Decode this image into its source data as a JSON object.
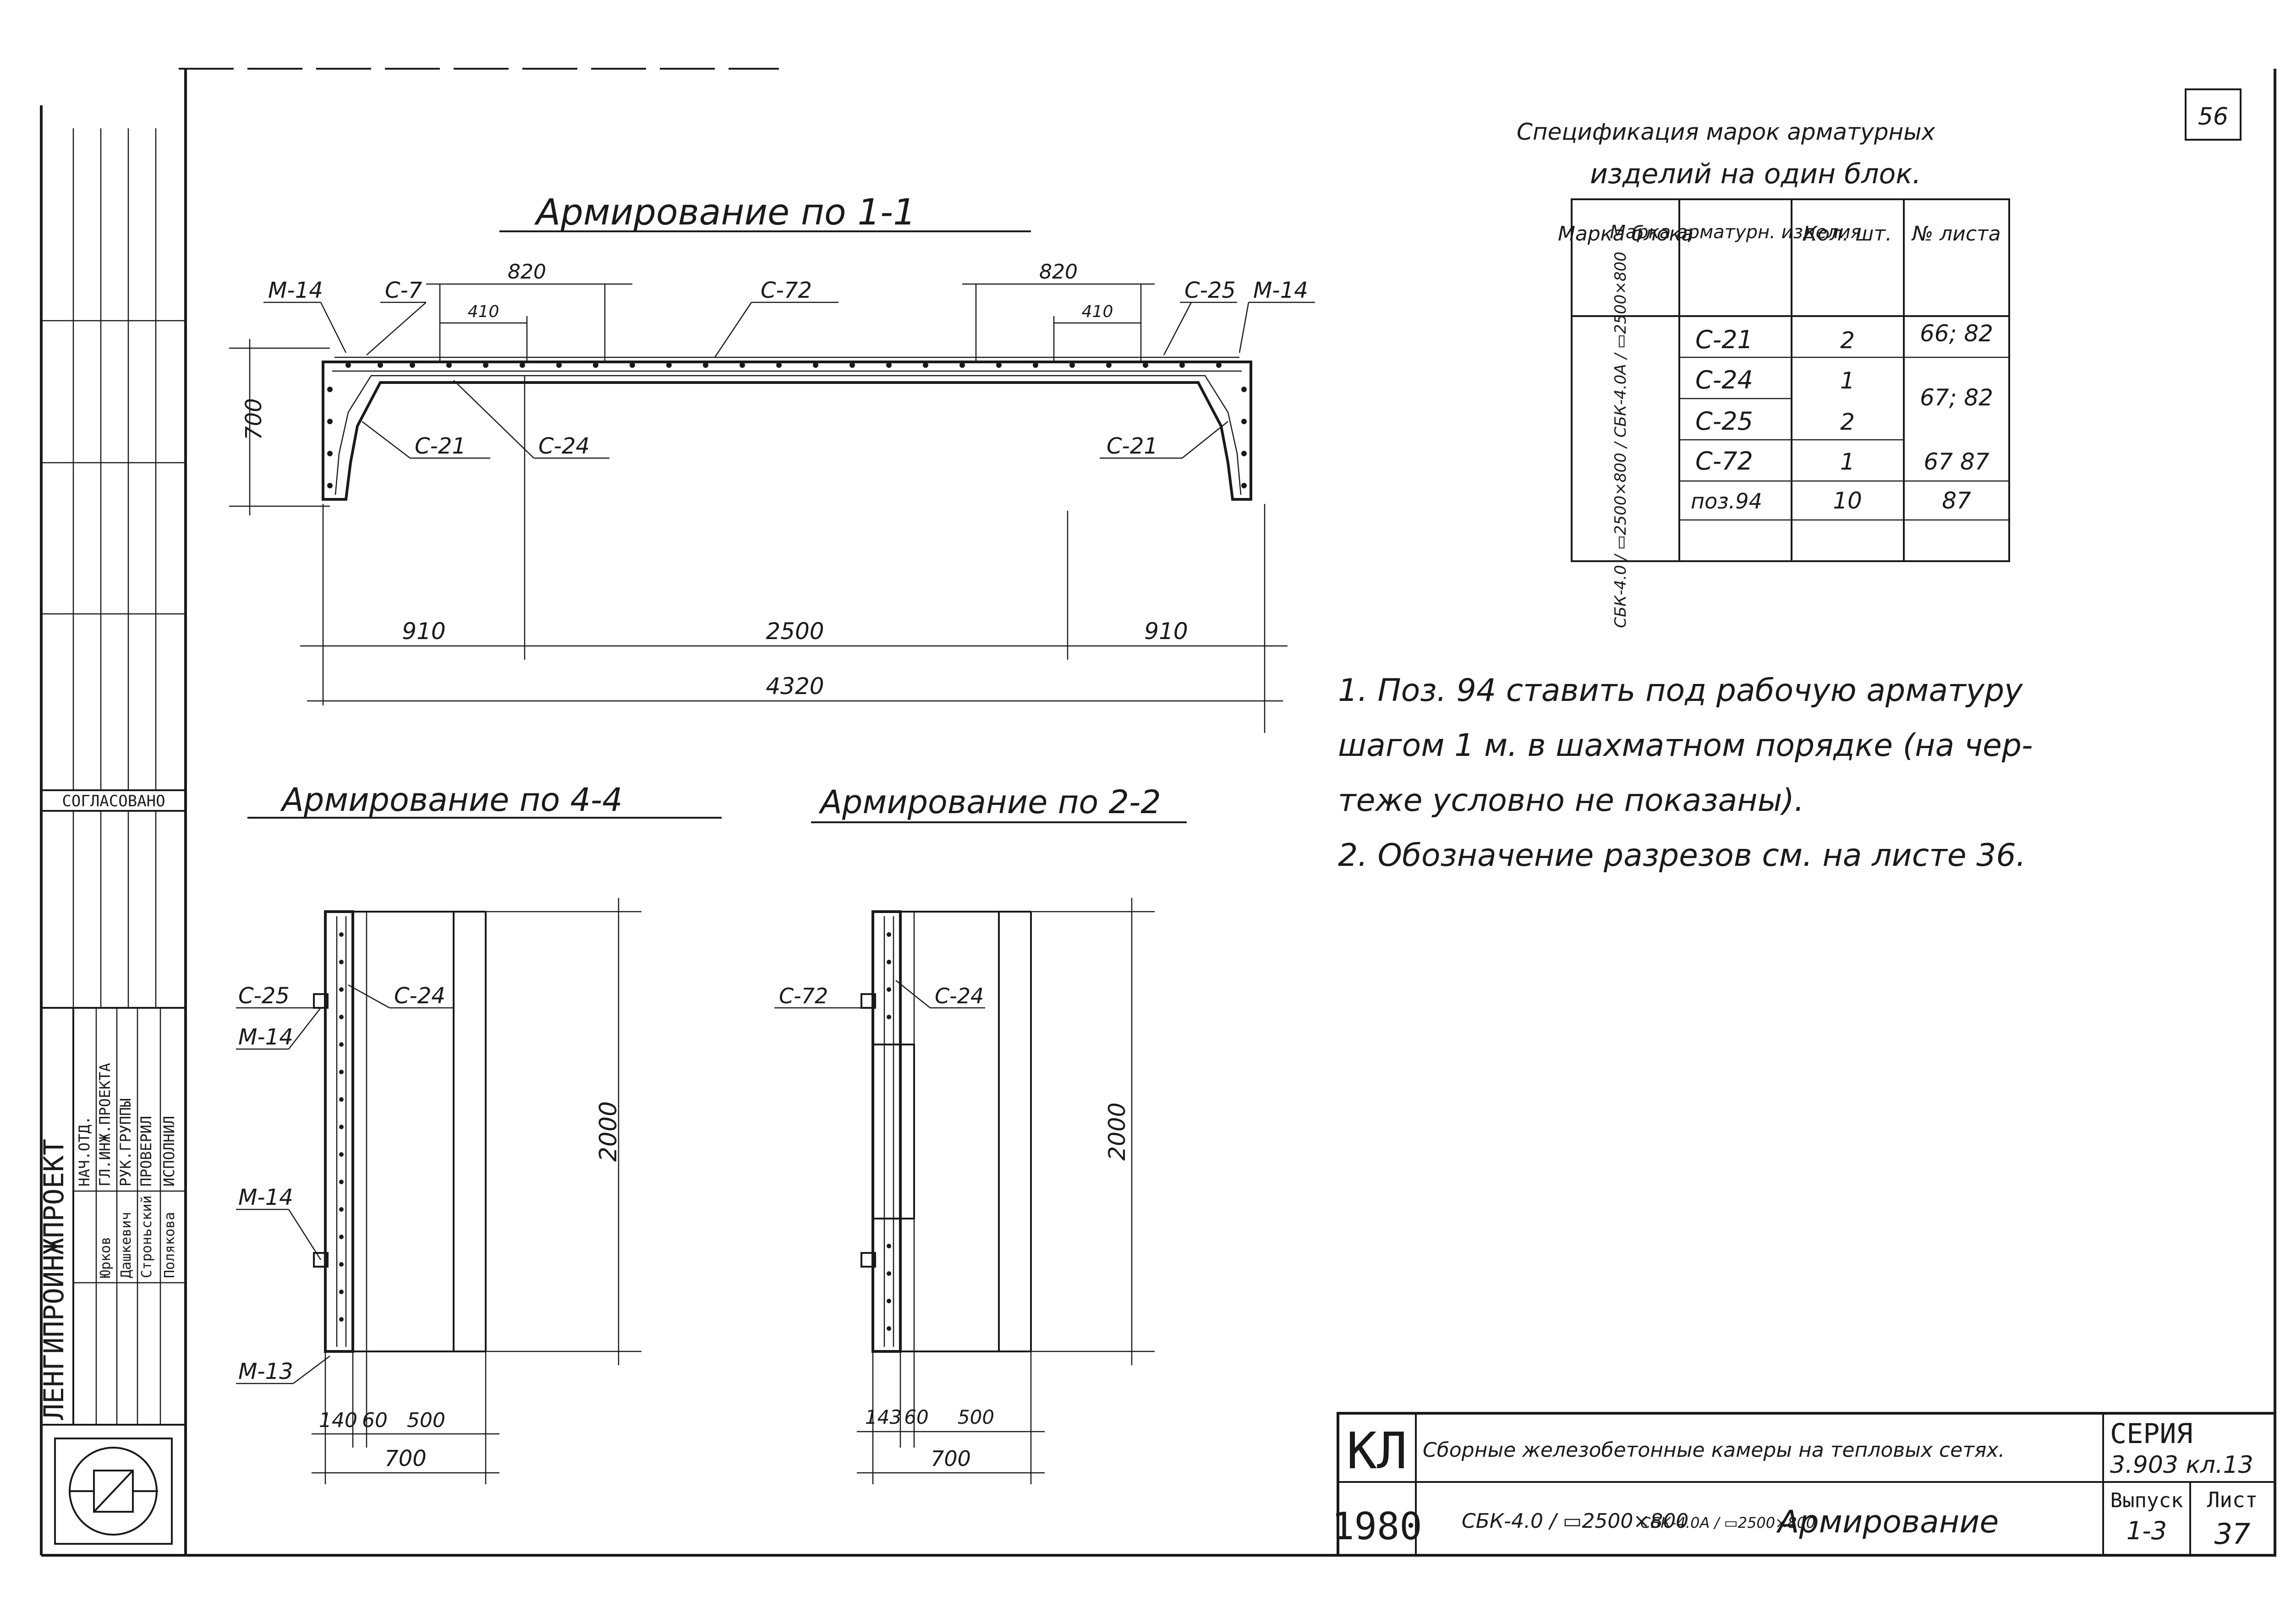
{
  "page_number": "56",
  "sections": {
    "s11": {
      "title": "Армирование по 1-1"
    },
    "s44": {
      "title": "Армирование по 4-4"
    },
    "s22": {
      "title": "Армирование по 2-2"
    }
  },
  "marks": {
    "m14": "М-14",
    "m13": "М-13",
    "c21": "С-21",
    "c24": "С-24",
    "c25": "С-25",
    "c72": "С-72",
    "c7x": "С-7"
  },
  "dims": {
    "d820": "820",
    "d410": "410",
    "d700": "700",
    "d910": "910",
    "d2500": "2500",
    "d4320": "4320",
    "d2000": "2000",
    "d140": "140",
    "d60": "60",
    "d500": "500",
    "d143": "143"
  },
  "spec": {
    "title_line1": "Спецификация марок арматурных",
    "title_line2": "изделий на один блок.",
    "headers": [
      "Марка блока",
      "Марка арматурн. изделия",
      "Кол. шт.",
      "№ листа"
    ],
    "block": "СБК-4.0 / ▭2500×800 / СБК-4.0А / ▭2500×800",
    "rows": [
      {
        "item": "С-21",
        "qty": "2",
        "sheet": "66; 82"
      },
      {
        "item": "С-24",
        "qty": "1",
        "sheet": "67; 82"
      },
      {
        "item": "С-25",
        "qty": "2",
        "sheet": ""
      },
      {
        "item": "С-72",
        "qty": "1",
        "sheet": "67 87"
      },
      {
        "item": "поз.94",
        "qty": "10",
        "sheet": "87"
      }
    ]
  },
  "notes": {
    "n1a": "1. Поз. 94 ставить под рабочую арматуру",
    "n1b": "шагом 1 м. в шахматном порядке (на чер-",
    "n1c": "теже условно не показаны).",
    "n2": "2. Обозначение разрезов см. на листе 36."
  },
  "stamp": {
    "org": "ЛЕНГИПРОИНЖПРОЕКТ",
    "agreed": "СОГЛАСОВАНО",
    "roles": [
      "НАЧ.ОТД.",
      "ГЛ.ИНЖ.ПРОЕКТА",
      "РУК.ГРУППЫ",
      "ПРОВЕРИЛ",
      "ИСПОЛНИЛ"
    ],
    "names": [
      "Юрков",
      "Дашкевич",
      "Строньский",
      "Полякова"
    ]
  },
  "title_block": {
    "code": "КЛ",
    "year": "1980",
    "description": "Сборные железобетонные камеры на тепловых сетях.",
    "drawing_a": "СБК-4.0 / ▭2500×800",
    "drawing_b": "СБК-4.0А / ▭2500×800",
    "drawing_word": "Армирование",
    "series_label": "СЕРИЯ",
    "series_value": "3.903 кл.13",
    "issue_label": "Выпуск",
    "issue_value": "1-3",
    "sheet_label": "Лист",
    "sheet_value": "37"
  }
}
